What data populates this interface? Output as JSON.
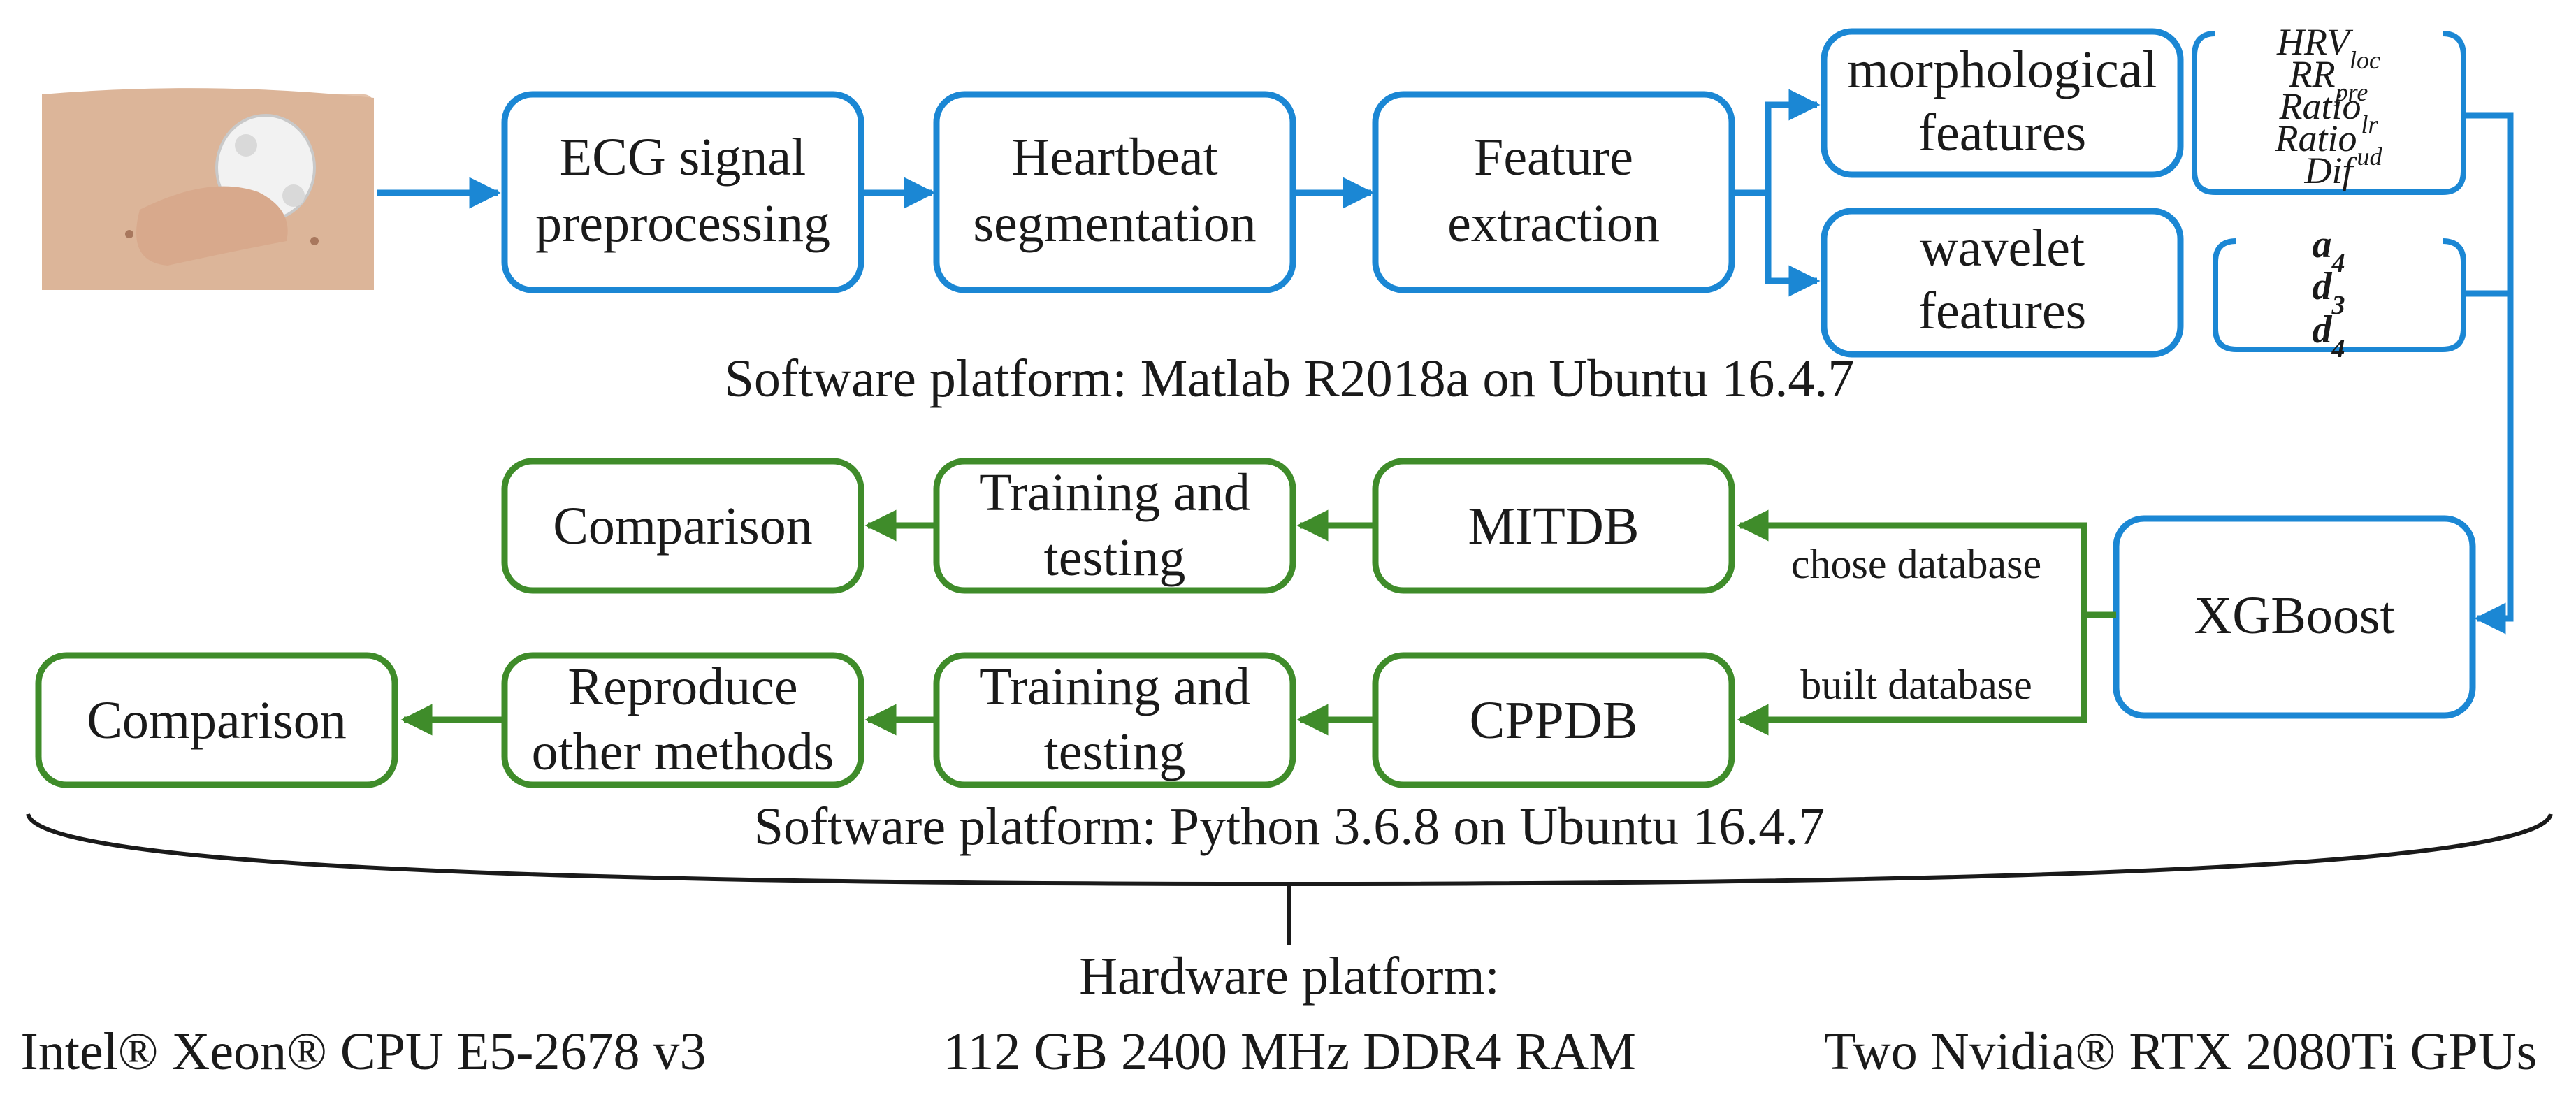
{
  "colors": {
    "blue": "#1b87d4",
    "green": "#3f8c2a",
    "black": "#1a1a1a"
  },
  "top_pipeline": {
    "photo_description": "chest ECG sensor",
    "ecg_preprocessing": [
      "ECG signal",
      "preprocessing"
    ],
    "heartbeat_segmentation": [
      "Heartbeat",
      "segmentation"
    ],
    "feature_extraction": [
      "Feature",
      "extraction"
    ],
    "morphological_features": [
      "morphological",
      "features"
    ],
    "wavelet_features": [
      "wavelet",
      "features"
    ],
    "morph_list": [
      {
        "base": "HRV",
        "sub": "loc"
      },
      {
        "base": "RR",
        "sub": "pre"
      },
      {
        "base": "Ratio",
        "sub": "lr"
      },
      {
        "base": "Ratio",
        "sub": "ud"
      },
      {
        "base": "Dif",
        "sub": ""
      }
    ],
    "wavelet_list": [
      {
        "base": "a",
        "sub": "4"
      },
      {
        "base": "d",
        "sub": "3"
      },
      {
        "base": "d",
        "sub": "4"
      }
    ],
    "platform": "Software platform: Matlab R2018a on Ubuntu 16.4.7"
  },
  "bottom_pipeline": {
    "xgboost": "XGBoost",
    "chose_database": "chose database",
    "built_database": "built database",
    "mitdb": "MITDB",
    "cppdb": "CPPDB",
    "training_testing": [
      "Training and",
      "testing"
    ],
    "reproduce": [
      "Reproduce",
      "other methods"
    ],
    "comparison": "Comparison",
    "platform": "Software platform: Python 3.6.8 on Ubuntu 16.4.7"
  },
  "hardware": {
    "title": "Hardware platform:",
    "cpu": "Intel® Xeon® CPU E5-2678 v3",
    "ram": "112 GB 2400 MHz DDR4 RAM",
    "gpu": "Two Nvidia® RTX 2080Ti GPUs"
  }
}
